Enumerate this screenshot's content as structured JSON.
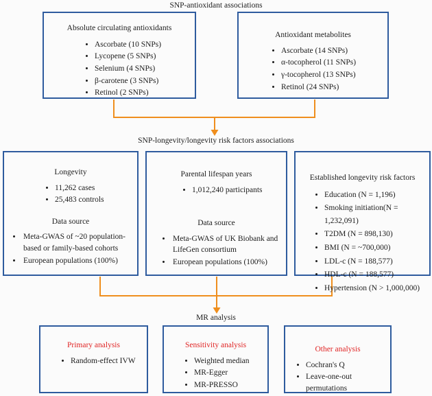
{
  "colors": {
    "box_border": "#2e5b9e",
    "arrow": "#ef8e1d",
    "red_title": "#e02424",
    "text": "#1c1c1c",
    "background": "#fbfbfb"
  },
  "sections": {
    "top": {
      "title": "SNP-antioxidant associations",
      "boxes": [
        {
          "title": "Absolute circulating antioxidants",
          "items": [
            "Ascorbate (10 SNPs)",
            "Lycopene (5 SNPs)",
            "Selenium (4 SNPs)",
            "β-carotene (3 SNPs)",
            "Retinol (2 SNPs)"
          ]
        },
        {
          "title": "Antioxidant metabolites",
          "items": [
            "Ascorbate (14 SNPs)",
            "α-tocopherol (11 SNPs)",
            "γ-tocopherol (13 SNPs)",
            "Retinol (24 SNPs)"
          ]
        }
      ]
    },
    "middle": {
      "title": "SNP-longevity/longevity risk factors associations",
      "boxes": [
        {
          "title": "Longevity",
          "items": [
            "11,262 cases",
            "25,483 controls"
          ],
          "subtitle": "Data source",
          "source_items": [
            "Meta-GWAS of ~20 population-based or family-based cohorts",
            "European populations (100%)"
          ]
        },
        {
          "title": "Parental lifespan years",
          "items": [
            "1,012,240 participants"
          ],
          "subtitle": "Data source",
          "source_items": [
            "Meta-GWAS of UK Biobank and LifeGen consortium",
            "European populations (100%)"
          ]
        },
        {
          "title": "Established longevity risk factors",
          "items": [
            "Education (N = 1,196)",
            "Smoking initiation(N = 1,232,091)",
            "T2DM (N = 898,130)",
            "BMI (N = ~700,000)",
            "LDL-c (N = 188,577)",
            "HDL-c (N = 188,577)",
            "Hypertension (N > 1,000,000)"
          ]
        }
      ]
    },
    "bottom": {
      "title": "MR analysis",
      "boxes": [
        {
          "title": "Primary analysis",
          "items": [
            "Random-effect IVW"
          ]
        },
        {
          "title": "Sensitivity analysis",
          "items": [
            "Weighted median",
            "MR-Egger",
            "MR-PRESSO"
          ]
        },
        {
          "title": "Other analysis",
          "items": [
            "Cochran's Q",
            "Leave-one-out permutations"
          ]
        }
      ]
    }
  }
}
